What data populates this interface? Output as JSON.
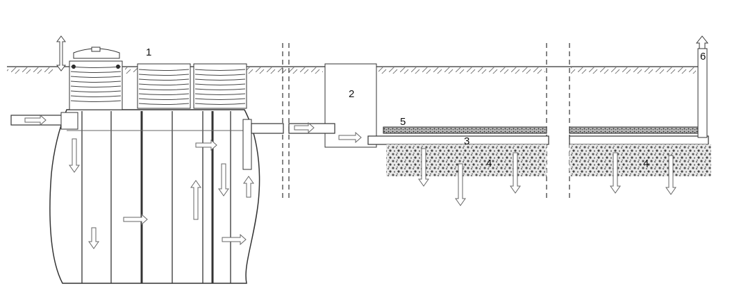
{
  "labels": {
    "septic_tank": "1",
    "distribution_well": "2",
    "drain_pipe": "3",
    "gravel_bed": "4",
    "geotextile_layer": "5",
    "vent_riser": "6",
    "gravel_bed_right": "4"
  },
  "colors": {
    "line": "#333333",
    "gravel": "#555555",
    "arrow_outline": "#666666",
    "background": "#ffffff"
  },
  "icons": {
    "flow": "hollow-arrow",
    "vent_cap": "house-arrow-icon",
    "ground": "hatched-ground"
  }
}
